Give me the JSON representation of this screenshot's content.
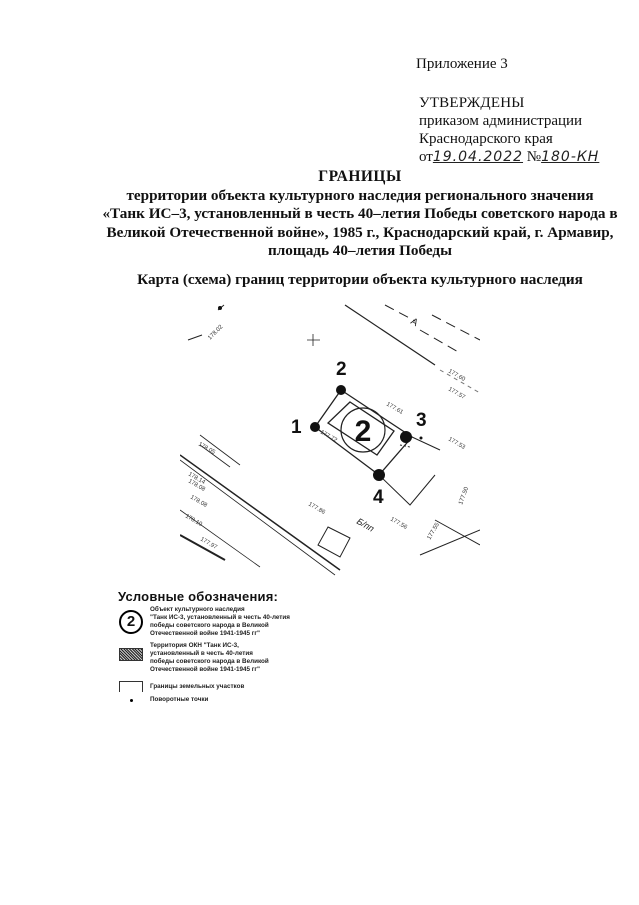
{
  "header": {
    "appendix": "Приложение 3",
    "approved": "УТВЕРЖДЕНЫ",
    "order_line": "приказом администрации",
    "region_line": "Краснодарского края",
    "date_prefix": "от",
    "date_value": "19.04.2022",
    "number_prefix": "№",
    "number_value": "180-КН"
  },
  "title": {
    "heading": "ГРАНИЦЫ",
    "line1": "территории объекта культурного наследия регионального значения",
    "line2": "«Танк ИС–3, установленный в честь 40–летия Победы советского народа в",
    "line3": "Великой Отечественной войне», 1985 г., Краснодарский край, г. Армавир,",
    "line4": "площадь 40–летия Победы"
  },
  "map": {
    "caption": "Карта (схема) границ территории объекта культурного наследия",
    "object_label": "2",
    "points": [
      {
        "label": "1"
      },
      {
        "label": "2"
      },
      {
        "label": "3"
      },
      {
        "label": "4"
      }
    ],
    "street_labels": [
      "А",
      "Б/пп"
    ],
    "elevations": [
      "178.02",
      "177.60",
      "177.57",
      "177.61",
      "177.72",
      "177.53",
      "178.05",
      "178.14",
      "178.08",
      "178.08",
      "177.86",
      "177.56",
      "178.10",
      "177.97",
      "177.50",
      "177.88",
      "177.55"
    ]
  },
  "legend": {
    "title": "Условные обозначения:",
    "items": [
      {
        "symbol": "circled-number",
        "symbol_text": "2",
        "text": "Объект культурного наследия\n\"Танк ИС-3, установленный в честь 40-летия\n победы  советского народа в Великой\n Отечественной войне 1941-1945 гг\""
      },
      {
        "symbol": "hatched-area",
        "text": "Территория ОКН \"Танк ИС-3,\nустановленный в честь 40-летия\n победы  советского народа в Великой\n Отечественной войне 1941-1945 гг\""
      },
      {
        "symbol": "boundary-line",
        "text": "Границы земельных участков"
      },
      {
        "symbol": "dot",
        "text": "Поворотные точки"
      }
    ]
  }
}
